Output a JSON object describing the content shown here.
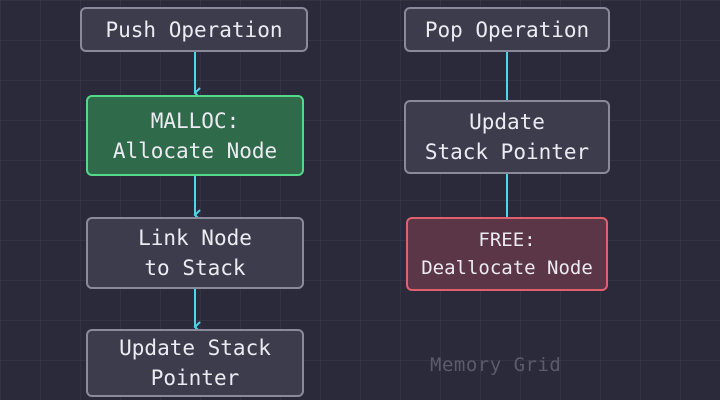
{
  "diagram": {
    "colors": {
      "connector": "#4fd6e6",
      "node_fill": "#3d3c4d",
      "node_border": "#8a8a9c",
      "alloc_fill": "#2f6a4a",
      "alloc_border": "#54d98a",
      "free_fill": "#5a3646",
      "free_border": "#e0606e"
    },
    "push": {
      "title": "Push Operation",
      "malloc": "MALLOC:\nAllocate Node",
      "link": "Link Node\nto Stack",
      "update": "Update Stack\nPointer"
    },
    "pop": {
      "title": "Pop Operation",
      "update": "Update\nStack Pointer",
      "free": "FREE:\nDeallocate Node"
    },
    "background_label": "Memory Grid"
  }
}
